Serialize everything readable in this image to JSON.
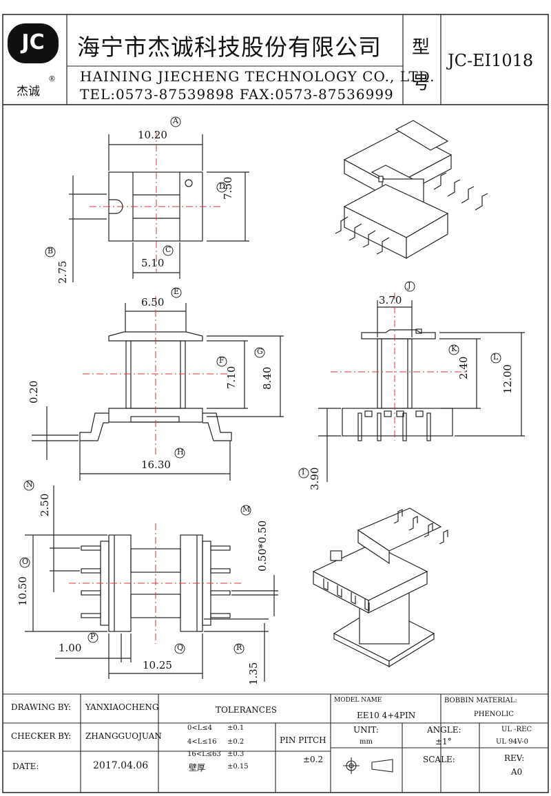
{
  "header": {
    "logo_text": "JC",
    "logo_sub": "杰诚",
    "registered_mark": "®",
    "company_cn": "海宁市杰诚科技股份有限公司",
    "company_en": "HAINING JIECHENG TECHNOLOGY CO., LTD.",
    "contact": "TEL:0573-87539898  FAX:0573-87536999",
    "type_label_1": "型",
    "type_label_2": "号",
    "model_code": "JC-EI1018"
  },
  "dimensions": {
    "A": {
      "tag": "A",
      "value": "10.20"
    },
    "B": {
      "tag": "B",
      "value": "2.75"
    },
    "C": {
      "tag": "C",
      "value": "5.10"
    },
    "D": {
      "tag": "D",
      "value": "7.50"
    },
    "E": {
      "tag": "E",
      "value": "6.50"
    },
    "F": {
      "tag": "F",
      "value": "7.10"
    },
    "G": {
      "tag": "G",
      "value": "8.40"
    },
    "H": {
      "tag": "H",
      "value": "16.30"
    },
    "I": {
      "tag": "I",
      "value": "3.90"
    },
    "J": {
      "tag": "J",
      "value": "3.70"
    },
    "K": {
      "tag": "K",
      "value": "2.40"
    },
    "L": {
      "tag": "L",
      "value": "12.00"
    },
    "M": {
      "tag": "M",
      "value": "0.50*0.50"
    },
    "N": {
      "tag": "N",
      "value": "2.50"
    },
    "O": {
      "tag": "O",
      "value": "10.50"
    },
    "P": {
      "tag": "P",
      "value": "1.00"
    },
    "Q": {
      "tag": "Q",
      "value": "10.25"
    },
    "R": {
      "tag": "R",
      "value": "1.35"
    },
    "extra_020": "0.20"
  },
  "title_block": {
    "drawing_by_label": "DRAWING  BY:",
    "drawing_by": "YANXIAOCHENG",
    "checker_by_label": "CHECKER  BY:",
    "checker_by": "ZHANGGUOJUAN",
    "date_label": "DATE:",
    "date": "2017.04.06",
    "tolerances_label": "TOLERANCES",
    "tol_rows": [
      {
        "range": "0<L≤4",
        "tol": "±0.1"
      },
      {
        "range": "4<L≤16",
        "tol": "±0.2"
      },
      {
        "range": "16<L≤63",
        "tol": "±0.3"
      },
      {
        "range": "壁厚",
        "tol": "±0.15"
      }
    ],
    "pin_pitch_label": "PIN PITCH",
    "pin_pitch_tol": "±0.2",
    "model_name_label": "MODEL NAME",
    "model_name": "EE10 4+4PIN",
    "bobbin_material_label": "BOBBIN MATERIAL:",
    "bobbin_material": "PHENOLIC",
    "unit_label": "UNIT:",
    "unit": "mm",
    "angle_label": "ANGLE:",
    "angle": "±1°",
    "ul_1": "UL -REC",
    "ul_2": "UL  94V-0",
    "scale_label": "SCALE:",
    "rev_label": "REV:",
    "rev": "A0"
  }
}
